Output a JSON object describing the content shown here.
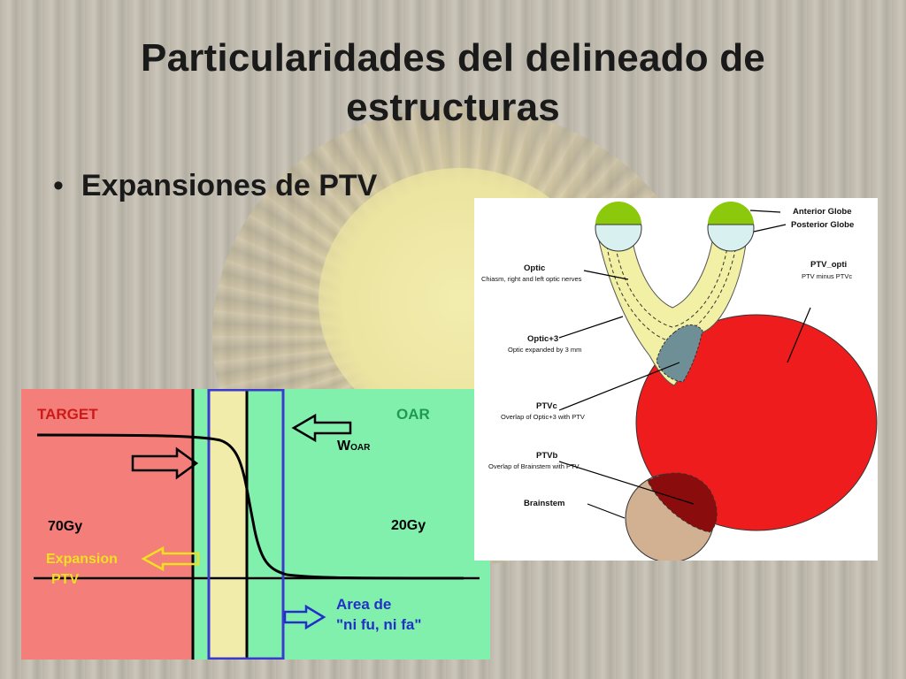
{
  "slide": {
    "title": "Particularidades del delineado de estructuras",
    "bullet": "Expansiones de PTV"
  },
  "dose_diagram": {
    "target_label": "TARGET",
    "oar_label": "OAR",
    "w_main": "W",
    "w_sub": "OAR",
    "dose_high": "70Gy",
    "dose_low": "20Gy",
    "expansion_line1": "Expansion",
    "expansion_line2": "PTV",
    "area_line1": "Area de",
    "area_line2": "\"ni fu, ni fa\"",
    "colors": {
      "target": "#f47e7a",
      "oar": "#82f0ad",
      "ptv_band": "#f2ecaa",
      "frame": "#3a3acc",
      "label_red": "#cc1a1a",
      "label_green": "#1f9a52",
      "label_yellow": "#f0e020",
      "label_blue": "#2030c8"
    }
  },
  "eye_diagram": {
    "labels": {
      "anterior_globe": "Anterior Globe",
      "posterior_globe": "Posterior Globe",
      "ptv_opti": "PTV_opti",
      "ptv_opti_desc": "PTV minus PTVc",
      "optic": "Optic",
      "optic_desc": "Chiasm, right and left optic nerves",
      "optic3": "Optic+3",
      "optic3_desc": "Optic expanded by 3 mm",
      "ptvc": "PTVc",
      "ptvc_desc": "Overlap of Optic+3 with PTV",
      "ptvb": "PTVb",
      "ptvb_desc": "Overlap of Brainstem with PTV",
      "brainstem": "Brainstem"
    },
    "colors": {
      "ptv": "#ee1c1c",
      "optic": "#f2f0a4",
      "globe": "#d8f0f0",
      "globe_cap": "#8cc80c",
      "brainstem": "#d2b092",
      "overlap_b": "#8a0c0c",
      "overlap_c": "#6f8f96"
    }
  }
}
